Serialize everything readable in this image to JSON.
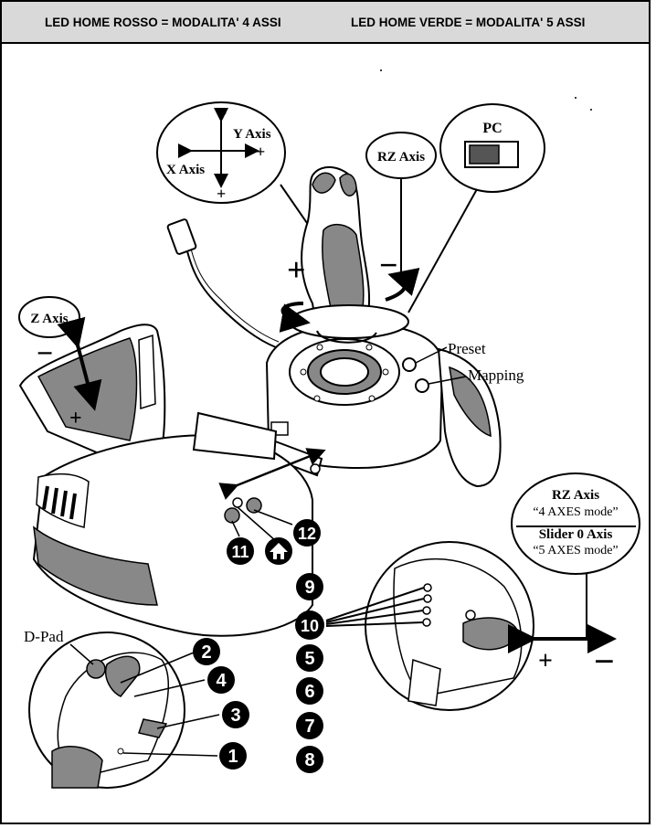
{
  "header": {
    "left_text": "LED HOME ROSSO = MODALITA' 4 ASSI",
    "right_text": "LED HOME VERDE = MODALITA' 5 ASSI"
  },
  "callouts": {
    "xy": {
      "y_axis": "Y Axis",
      "x_axis": "X Axis",
      "plus": "+",
      "minus": "−"
    },
    "rz": "RZ Axis",
    "pc": "PC",
    "z": "Z Axis",
    "preset": "Preset",
    "mapping": "Mapping",
    "dpad": "D-Pad",
    "stick_plus": "+",
    "stick_minus": "−",
    "z_plus": "+",
    "z_minus": "−",
    "slider_plus": "+",
    "slider_minus": "−"
  },
  "rz_slider_box": {
    "line1_title": "RZ Axis",
    "line1_mode": "“4 AXES mode”",
    "line2_title": "Slider 0 Axis",
    "line2_mode": "“5 AXES mode”"
  },
  "buttons": {
    "b1": "1",
    "b2": "2",
    "b3": "3",
    "b4": "4",
    "b5": "5",
    "b6": "6",
    "b7": "7",
    "b8": "8",
    "b9": "9",
    "b10": "10",
    "b11": "11",
    "b12": "12"
  },
  "colors": {
    "header_bg": "#d9d9d9",
    "line": "#000000",
    "grey_fill": "#8c8c8c",
    "light_fill": "#ffffff"
  }
}
